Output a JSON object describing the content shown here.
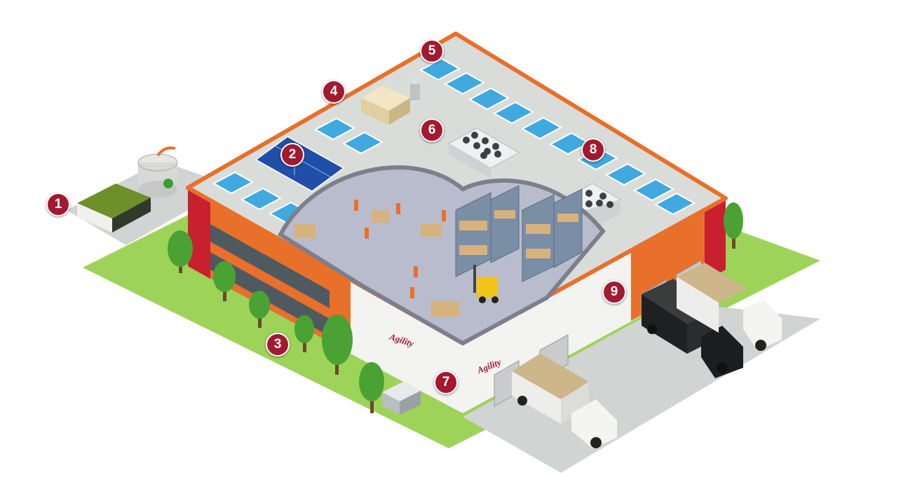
{
  "markers": [
    {
      "id": "1"
    },
    {
      "id": "2"
    },
    {
      "id": "3"
    },
    {
      "id": "4"
    },
    {
      "id": "5"
    },
    {
      "id": "6"
    },
    {
      "id": "7"
    },
    {
      "id": "8"
    },
    {
      "id": "9"
    }
  ],
  "brand": {
    "name": "Agility"
  },
  "colors": {
    "roof": "#d9dcd9",
    "roof_edge": "#e8702a",
    "wall_orange": "#e8702a",
    "wall_red": "#c8202f",
    "wall_white": "#f3f3f1",
    "grass": "#9ed35a",
    "pavement": "#d2d3d3",
    "skylight": "#3fa9e0",
    "solar": "#1f4fa8",
    "interior_floor": "#b9bccc",
    "marker": "#a3192f"
  },
  "icons": [
    "solar-panel-icon",
    "skylight-icon",
    "hvac-unit-icon",
    "tree-icon",
    "truck-icon",
    "forklift-icon",
    "water-tank-icon",
    "recycle-icon"
  ]
}
